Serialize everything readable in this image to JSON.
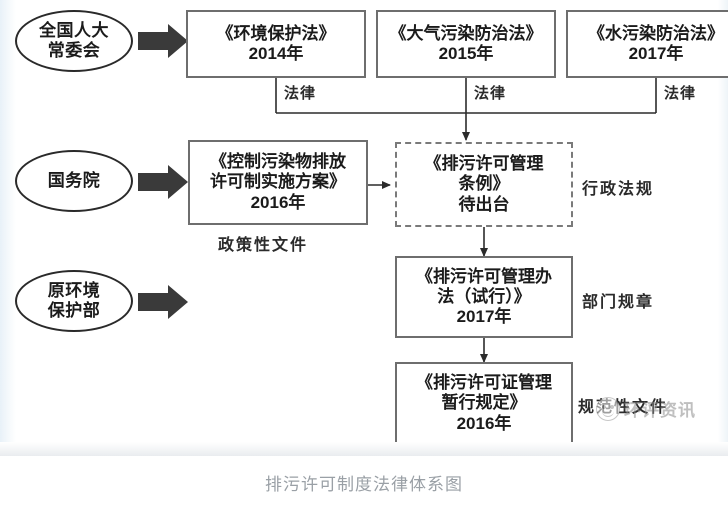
{
  "caption": "排污许可制度法律体系图",
  "colors": {
    "box_border": "#6e6e6e",
    "ellipse_border": "#2a2a2a",
    "wire": "#2b2b2b",
    "thick_arrow": "#3a3a3a",
    "caption_text": "#9aa0a6",
    "watermark_text": "#8c8c8c",
    "page_background": "#ffffff"
  },
  "actors": [
    {
      "id": "npc",
      "label": "全国人大\n常委会"
    },
    {
      "id": "state-council",
      "label": "国务院"
    },
    {
      "id": "mep",
      "label": "原环境\n保护部"
    }
  ],
  "laws": [
    {
      "id": "law-epl",
      "title": "《环境保护法》",
      "year": "2014年",
      "label": "《环境保护法》\n2014年",
      "edge_label": "法律"
    },
    {
      "id": "law-air",
      "title": "《大气污染防治法》",
      "year": "2015年",
      "label": "《大气污染防治法》\n2015年",
      "edge_label": "法律"
    },
    {
      "id": "law-water",
      "title": "《水污染防治法》",
      "year": "2017年",
      "label": "《水污染防治法》\n2017年",
      "edge_label": "法律"
    }
  ],
  "documents": [
    {
      "id": "doc-scheme",
      "label": "《控制污染物排放\n许可制实施方案》\n2016年",
      "category": "政策性文件",
      "category_position": "below",
      "style": "solid"
    },
    {
      "id": "doc-regulation",
      "label": "《排污许可管理\n条例》\n待出台",
      "category": "行政法规",
      "category_position": "right",
      "style": "dashed"
    },
    {
      "id": "doc-measures",
      "label": "《排污许可管理办\n法（试行）》\n2017年",
      "category": "部门规章",
      "category_position": "right",
      "style": "solid"
    },
    {
      "id": "doc-interim",
      "label": "《排污许可证管理\n暂行规定》\n2016年",
      "category": "规范性文件",
      "category_position": "right",
      "style": "solid"
    }
  ],
  "watermark": {
    "text": "环评资讯",
    "logo": "smiley-circle-icon"
  }
}
